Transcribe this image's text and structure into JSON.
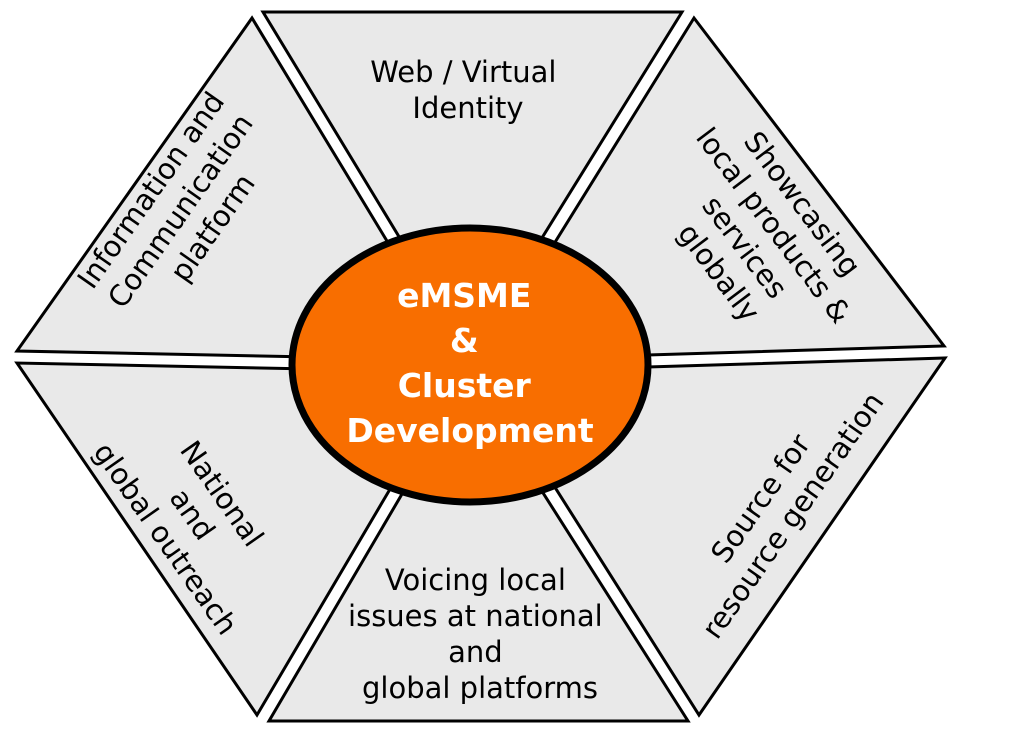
{
  "colors": {
    "segment_fill": "#e9e9e9",
    "segment_stroke": "#000000",
    "center_fill": "#f86e00",
    "center_stroke": "#000000",
    "center_text": "#ffffff",
    "label_text": "#000000"
  },
  "center": {
    "lines": [
      "eMSME",
      "&",
      "Cluster",
      "Development"
    ]
  },
  "segments": {
    "top": {
      "label": "Web / Virtual Identity",
      "lines": [
        "Web / Virtual",
        "Identity"
      ]
    },
    "top_right": {
      "label": "Showcasing local products & services globally",
      "lines": [
        "Showcasing",
        "local products &",
        "services",
        "globally"
      ]
    },
    "bottom_right": {
      "label": "Source for resource generation",
      "lines": [
        "Source for",
        "resource generation"
      ]
    },
    "bottom": {
      "label": "Voicing local issues at national and global platforms",
      "lines": [
        "Voicing local",
        "issues at national",
        "and",
        "global platforms"
      ]
    },
    "bottom_left": {
      "label": "National and global outreach",
      "lines": [
        "National",
        "and",
        "global outreach"
      ]
    },
    "top_left": {
      "label": "Information and Communication platform",
      "lines": [
        "Information and",
        "Communication",
        "platform"
      ]
    }
  }
}
